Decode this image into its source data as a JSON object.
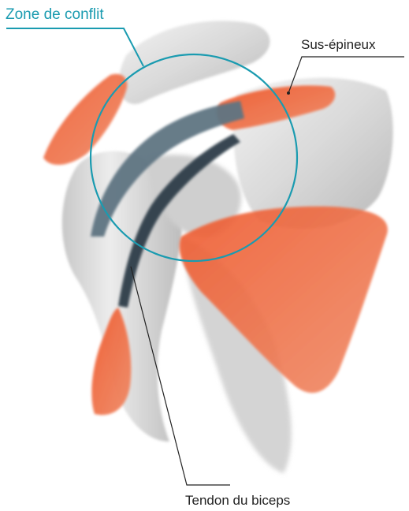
{
  "labels": {
    "conflict_zone": "Zone de conflit",
    "supraspinatus": "Sus-épineux",
    "biceps_tendon": "Tendon du biceps"
  },
  "colors": {
    "accent_teal": "#1a9bb0",
    "muscle_red": "#e8502a",
    "tendon_blue": "#3f5866",
    "bone_gray": "#d8d8d8",
    "label_text": "#222222"
  }
}
